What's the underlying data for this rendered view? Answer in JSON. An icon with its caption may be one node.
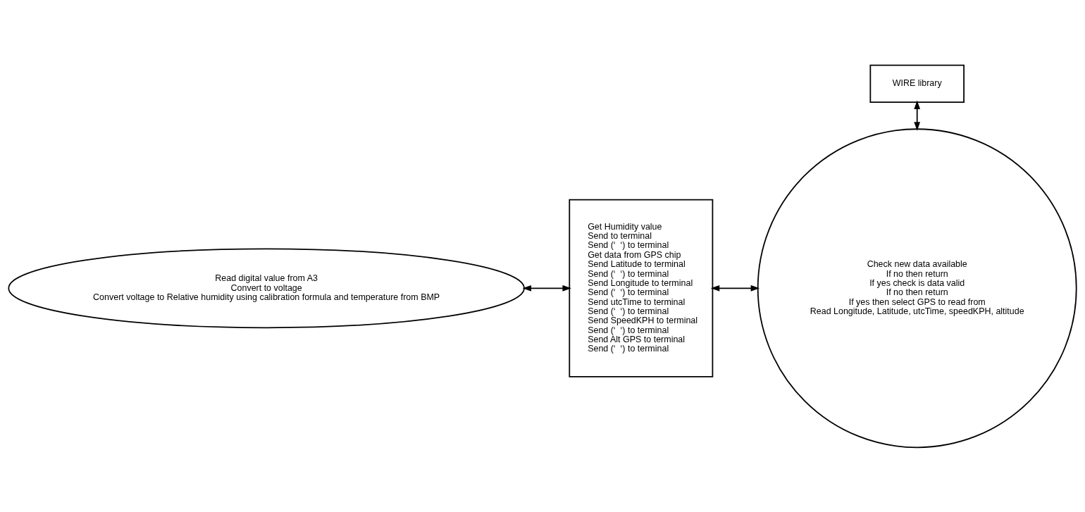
{
  "diagram": {
    "nodes": [
      {
        "text": [
          "Read digital value from A3",
          "Convert to voltage",
          "Convert voltage to Relative humidity using calibration formula and temperature from BMP"
        ]
      },
      {
        "text": [
          "Get Humidity value",
          "Send to terminal",
          "Send (‘  ‘) to terminal",
          "Get data from GPS chip",
          "Send Latitude to terminal",
          "Send (‘  ‘) to terminal",
          "Send Longitude to terminal",
          "Send (‘  ‘) to terminal",
          "Send utcTime to terminal",
          "Send (‘  ‘) to terminal",
          "Send SpeedKPH to terminal",
          "Send (‘  ‘) to terminal",
          "Send Alt GPS to terminal",
          "Send (‘  ‘) to terminal"
        ]
      },
      {
        "text": [
          "Check new data available",
          "If no then return",
          "If yes check is data valid",
          "If no then return",
          "If yes then select GPS to read from",
          "Read Longitude, Latitude, utcTime, speedKPH, altitude"
        ]
      },
      {
        "text": [
          "WIRE library"
        ]
      }
    ],
    "edges": [
      {
        "from": 0,
        "to": 1,
        "arrow": "both"
      },
      {
        "from": 1,
        "to": 2,
        "arrow": "both"
      },
      {
        "from": 3,
        "to": 2,
        "arrow": "both"
      }
    ]
  }
}
